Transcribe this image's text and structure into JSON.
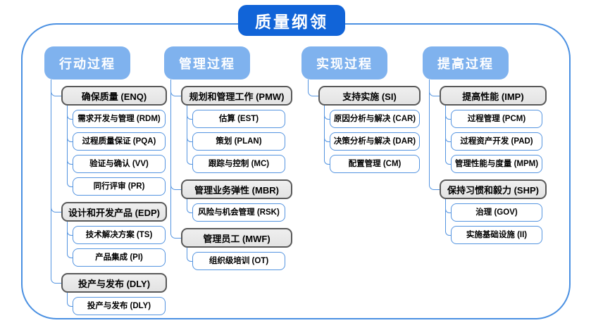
{
  "title": "质量纲领",
  "colors": {
    "title_bg": "#1164d8",
    "column_header_bg": "#7fb2ee",
    "connector_line": "#5494e0",
    "area_box_fill": "#e8e8e8",
    "area_box_border": "#595959",
    "outer_border": "#4a90e2"
  },
  "columns": [
    {
      "header": "行动过程",
      "groups": [
        {
          "label": "确保质量 (ENQ)",
          "children": [
            "需求开发与管理 (RDM)",
            "过程质量保证 (PQA)",
            "验证与确认 (VV)",
            "同行评审 (PR)"
          ]
        },
        {
          "label": "设计和开发产品 (EDP)",
          "children": [
            "技术解决方案 (TS)",
            "产品集成 (PI)"
          ]
        },
        {
          "label": "投产与发布 (DLY)",
          "children": [
            "投产与发布 (DLY)"
          ]
        }
      ]
    },
    {
      "header": "管理过程",
      "groups": [
        {
          "label": "规划和管理工作 (PMW)",
          "children": [
            "估算 (EST)",
            "策划 (PLAN)",
            "跟踪与控制 (MC)"
          ]
        },
        {
          "label": "管理业务弹性 (MBR)",
          "children": [
            "风险与机会管理 (RSK)"
          ]
        },
        {
          "label": "管理员工 (MWF)",
          "children": [
            "组织级培训 (OT)"
          ]
        }
      ]
    },
    {
      "header": "实现过程",
      "groups": [
        {
          "label": "支持实施 (SI)",
          "children": [
            "原因分析与解决 (CAR)",
            "决策分析与解决 (DAR)",
            "配置管理 (CM)"
          ]
        }
      ]
    },
    {
      "header": "提高过程",
      "groups": [
        {
          "label": "提高性能 (IMP)",
          "children": [
            "过程管理 (PCM)",
            "过程资产开发 (PAD)",
            "管理性能与度量 (MPM)"
          ]
        },
        {
          "label": "保持习惯和毅力 (SHP)",
          "children": [
            "治理 (GOV)",
            "实施基础设施 (II)"
          ]
        }
      ]
    }
  ]
}
